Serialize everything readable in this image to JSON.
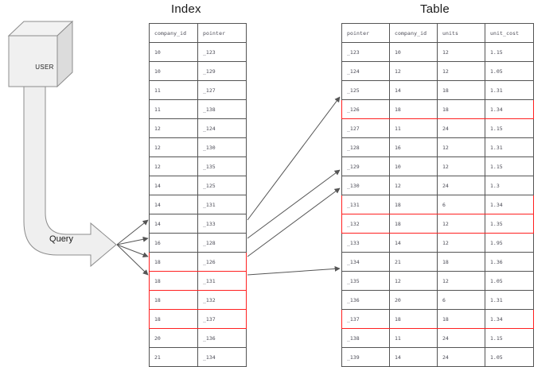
{
  "diagram": {
    "titles": {
      "index": "Index",
      "table": "Table"
    },
    "actor": {
      "label": "USER",
      "icon": "cube-icon"
    },
    "query": {
      "label": "Query",
      "icon": "bent-arrow-icon"
    }
  },
  "index_table": {
    "title": "Index",
    "columns": [
      "company_id",
      "pointer"
    ],
    "rows": [
      {
        "company_id": "10",
        "pointer": "_123",
        "highlighted": false
      },
      {
        "company_id": "10",
        "pointer": "_129",
        "highlighted": false
      },
      {
        "company_id": "11",
        "pointer": "_127",
        "highlighted": false
      },
      {
        "company_id": "11",
        "pointer": "_138",
        "highlighted": false
      },
      {
        "company_id": "12",
        "pointer": "_124",
        "highlighted": false
      },
      {
        "company_id": "12",
        "pointer": "_130",
        "highlighted": false
      },
      {
        "company_id": "12",
        "pointer": "_135",
        "highlighted": false
      },
      {
        "company_id": "14",
        "pointer": "_125",
        "highlighted": false
      },
      {
        "company_id": "14",
        "pointer": "_131",
        "highlighted": false
      },
      {
        "company_id": "14",
        "pointer": "_133",
        "highlighted": false
      },
      {
        "company_id": "16",
        "pointer": "_128",
        "highlighted": false
      },
      {
        "company_id": "18",
        "pointer": "_126",
        "highlighted": true
      },
      {
        "company_id": "18",
        "pointer": "_131",
        "highlighted": true
      },
      {
        "company_id": "18",
        "pointer": "_132",
        "highlighted": true
      },
      {
        "company_id": "18",
        "pointer": "_137",
        "highlighted": true
      },
      {
        "company_id": "20",
        "pointer": "_136",
        "highlighted": false
      },
      {
        "company_id": "21",
        "pointer": "_134",
        "highlighted": false
      }
    ]
  },
  "main_table": {
    "title": "Table",
    "columns": [
      "pointer",
      "company_id",
      "units",
      "unit_cost"
    ],
    "rows": [
      {
        "pointer": "_123",
        "company_id": "10",
        "units": "12",
        "unit_cost": "1.15",
        "highlighted": false
      },
      {
        "pointer": "_124",
        "company_id": "12",
        "units": "12",
        "unit_cost": "1.05",
        "highlighted": false
      },
      {
        "pointer": "_125",
        "company_id": "14",
        "units": "18",
        "unit_cost": "1.31",
        "highlighted": false
      },
      {
        "pointer": "_126",
        "company_id": "18",
        "units": "18",
        "unit_cost": "1.34",
        "highlighted": true
      },
      {
        "pointer": "_127",
        "company_id": "11",
        "units": "24",
        "unit_cost": "1.15",
        "highlighted": false
      },
      {
        "pointer": "_128",
        "company_id": "16",
        "units": "12",
        "unit_cost": "1.31",
        "highlighted": false
      },
      {
        "pointer": "_129",
        "company_id": "10",
        "units": "12",
        "unit_cost": "1.15",
        "highlighted": false
      },
      {
        "pointer": "_130",
        "company_id": "12",
        "units": "24",
        "unit_cost": "1.3",
        "highlighted": false
      },
      {
        "pointer": "_131",
        "company_id": "18",
        "units": "6",
        "unit_cost": "1.34",
        "highlighted": true
      },
      {
        "pointer": "_132",
        "company_id": "18",
        "units": "12",
        "unit_cost": "1.35",
        "highlighted": true
      },
      {
        "pointer": "_133",
        "company_id": "14",
        "units": "12",
        "unit_cost": "1.95",
        "highlighted": false
      },
      {
        "pointer": "_134",
        "company_id": "21",
        "units": "18",
        "unit_cost": "1.36",
        "highlighted": false
      },
      {
        "pointer": "_135",
        "company_id": "12",
        "units": "12",
        "unit_cost": "1.05",
        "highlighted": false
      },
      {
        "pointer": "_136",
        "company_id": "20",
        "units": "6",
        "unit_cost": "1.31",
        "highlighted": false
      },
      {
        "pointer": "_137",
        "company_id": "18",
        "units": "18",
        "unit_cost": "1.34",
        "highlighted": true
      },
      {
        "pointer": "_138",
        "company_id": "11",
        "units": "24",
        "unit_cost": "1.15",
        "highlighted": false
      },
      {
        "pointer": "_139",
        "company_id": "14",
        "units": "24",
        "unit_cost": "1.05",
        "highlighted": false
      }
    ]
  },
  "colors": {
    "highlight": "#FF2020",
    "border": "#545454",
    "shape_fill": "#EFEFEF",
    "shape_stroke": "#8C8C8C",
    "arrow": "#555555",
    "text": "#4A4A55"
  }
}
